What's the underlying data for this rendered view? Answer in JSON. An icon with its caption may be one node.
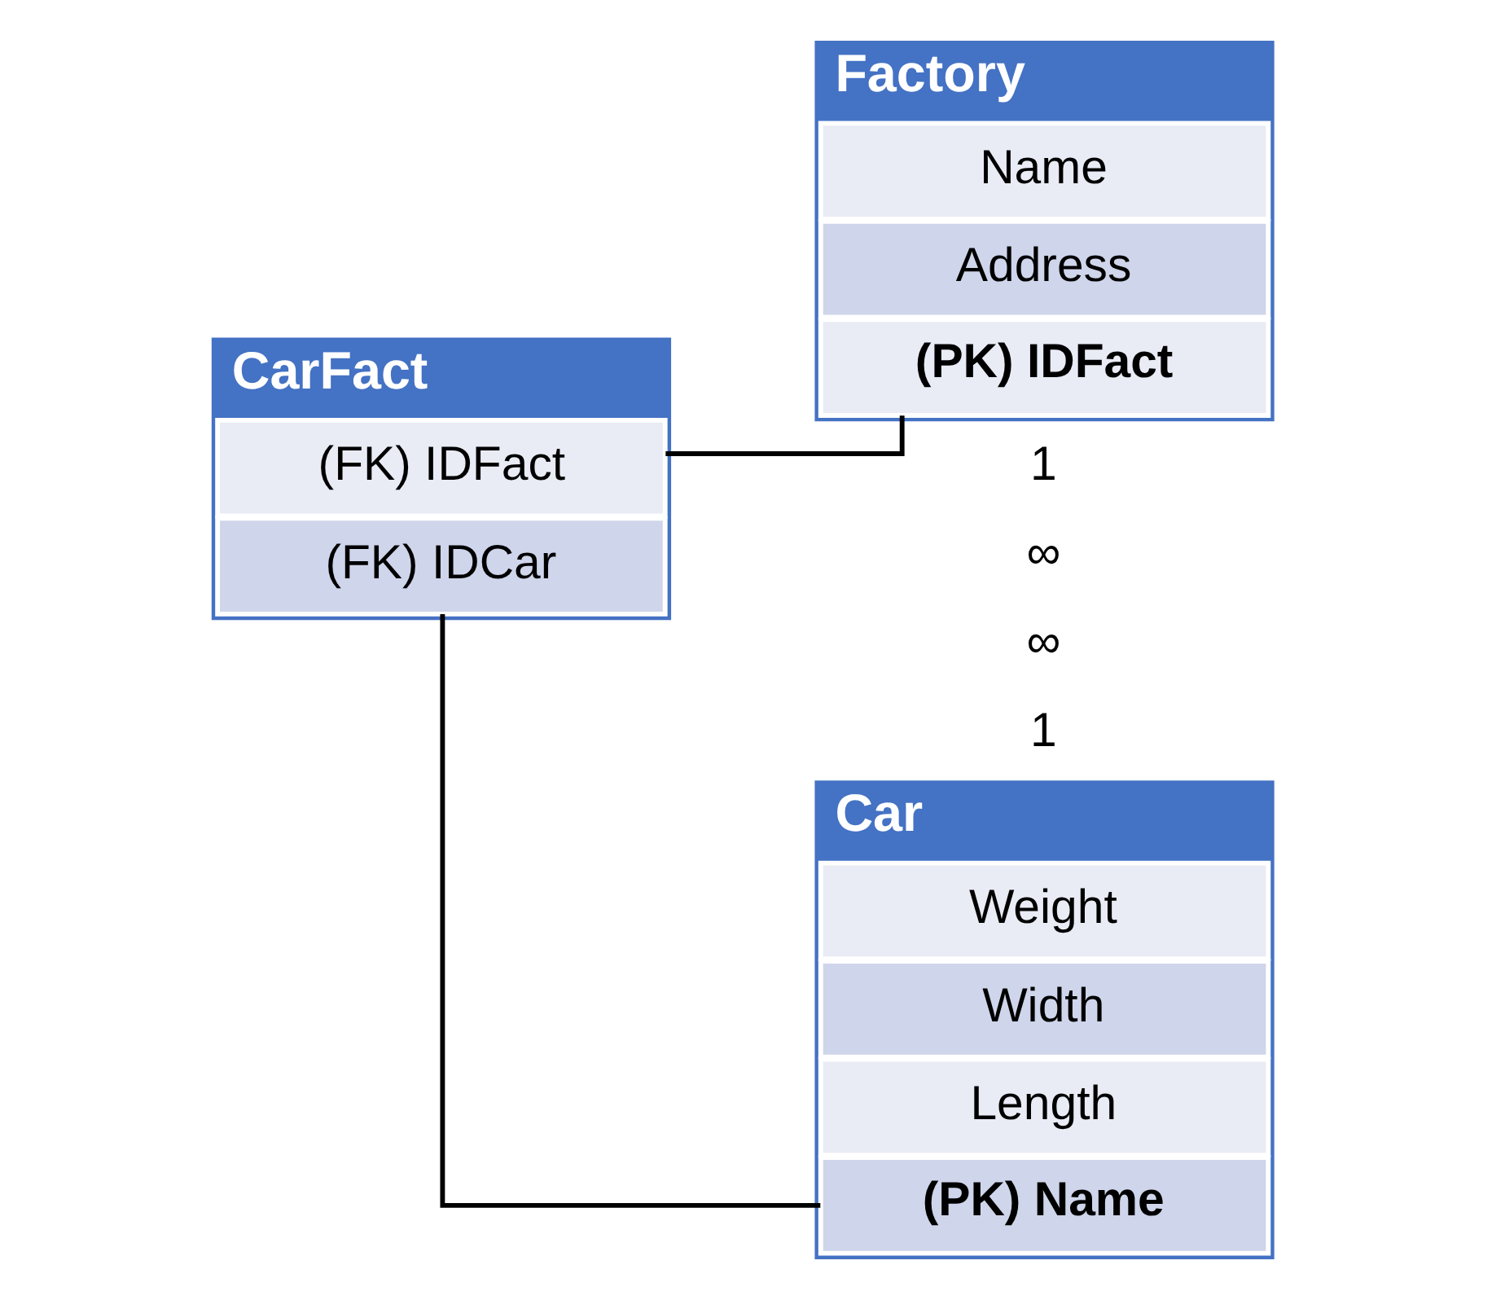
{
  "diagram": {
    "nodes": [
      {
        "text": [
          "Factory"
        ]
      },
      {
        "text": [
          "(PK) IDFact"
        ],
        "in": 0
      },
      {
        "text": [
          "Address"
        ],
        "in": 0
      },
      {
        "text": [
          "Name"
        ],
        "in": 0
      },
      {
        "text": [
          "CarFact"
        ]
      },
      {
        "text": [
          "(FK) IDFact"
        ],
        "in": 4
      },
      {
        "text": [
          "(FK) IDCar"
        ],
        "in": 4
      },
      {
        "text": [
          "Car"
        ]
      },
      {
        "text": [
          "(PK) Name"
        ],
        "in": 7
      },
      {
        "text": [
          "Length"
        ],
        "in": 7
      },
      {
        "text": [
          "Width"
        ],
        "in": 7
      },
      {
        "text": [
          "Weight"
        ],
        "in": 7
      }
    ],
    "edges": [
      {
        "from": 5,
        "to": 1,
        "arrow": "none"
      },
      {
        "from": 6,
        "to": 8,
        "arrow": "none"
      }
    ],
    "labels": [
      "1",
      "∞",
      "∞",
      "1"
    ]
  }
}
